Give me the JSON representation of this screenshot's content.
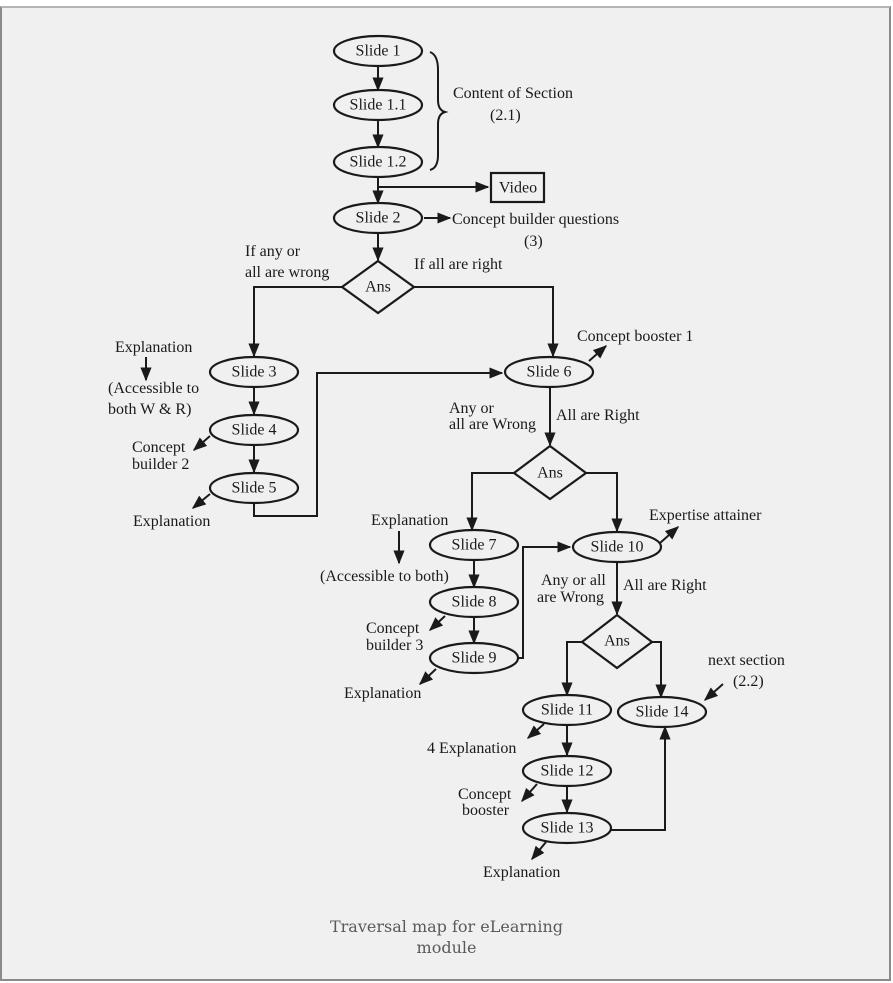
{
  "figure": {
    "caption": "Traversal map for eLearning module"
  },
  "nodes": {
    "slide_1": "Slide 1",
    "slide_1_1": "Slide 1.1",
    "slide_1_2": "Slide 1.2",
    "slide_2": "Slide 2",
    "video": "Video",
    "ans_1": "Ans",
    "slide_3": "Slide 3",
    "slide_4": "Slide 4",
    "slide_5": "Slide 5",
    "slide_6": "Slide 6",
    "ans_2": "Ans",
    "slide_7": "Slide 7",
    "slide_8": "Slide 8",
    "slide_9": "Slide 9",
    "slide_10": "Slide 10",
    "ans_3": "Ans",
    "slide_11": "Slide 11",
    "slide_12": "Slide 12",
    "slide_13": "Slide 13",
    "slide_14": "Slide 14"
  },
  "labels": {
    "content_of_section": [
      "Content of Section",
      "(2.1)"
    ],
    "concept_builder_questions": [
      "Concept builder questions",
      "(3)"
    ],
    "if_any_wrong": [
      "If any or",
      "all are wrong"
    ],
    "if_all_right": "If  all are right",
    "explanation_top": "Explanation",
    "accessible_wr": [
      "(Accessible to",
      "both W & R)"
    ],
    "concept_builder_2": [
      "Concept",
      "builder 2"
    ],
    "explanation_5": "Explanation",
    "concept_booster_1": "Concept booster 1",
    "any_wrong_6": [
      "Any or",
      "all are Wrong"
    ],
    "all_right_6": "All are Right",
    "explanation_7": "Explanation",
    "accessible_both": "(Accessible to both)",
    "concept_builder_3": [
      "Concept",
      "builder 3"
    ],
    "explanation_9": "Explanation",
    "expertise_attainer": "Expertise attainer",
    "any_wrong_10": [
      "Any or all",
      "are Wrong"
    ],
    "all_right_10": "All are Right",
    "next_section": [
      "next section",
      "(2.2)"
    ],
    "explanation_11": "4 Explanation",
    "concept_booster": [
      "Concept",
      "booster"
    ],
    "explanation_13": "Explanation"
  }
}
